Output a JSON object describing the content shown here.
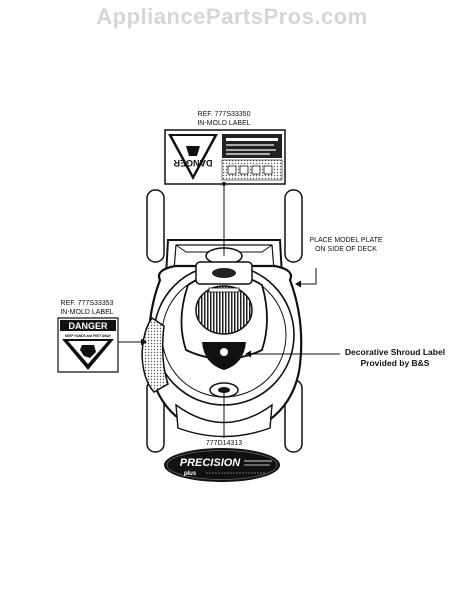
{
  "watermark": "AppliancePartsPros.com",
  "labels": {
    "top_ref_line1": "REF. 777S33350",
    "top_ref_line2": "IN-MOLD LABEL",
    "left_ref_line1": "REF. 777S33353",
    "left_ref_line2": "IN-MOLD LABEL",
    "model_plate_line1": "PLACE MODEL PLATE",
    "model_plate_line2": "ON SIDE OF DECK",
    "shroud_line1": "Decorative Shroud Label",
    "shroud_line2": "Provided by B&S",
    "bottom_part": "777D14313"
  },
  "danger_label": {
    "word": "DANGER",
    "warning": "KEEP HANDS and FEET AWAY"
  },
  "logo": {
    "brand": "PRECISION",
    "sub": "plus"
  },
  "colors": {
    "line": "#111111",
    "watermark": "#d6d6d6"
  }
}
